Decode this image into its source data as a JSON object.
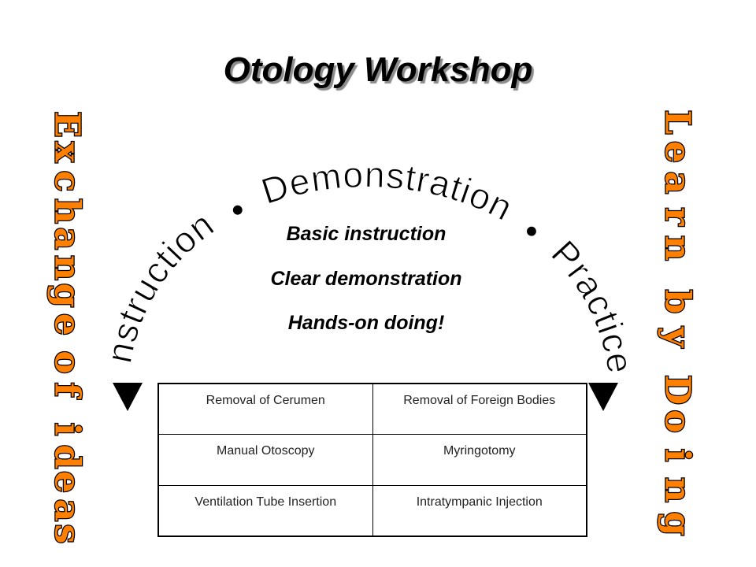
{
  "slide": {
    "title": "Otology Workshop",
    "arc_words": {
      "instruction": "Instruction",
      "demonstration": "Demonstration",
      "practice": "Practice",
      "separator": "●"
    },
    "center_lines": [
      "Basic instruction",
      "Clear demonstration",
      "Hands-on doing!"
    ],
    "left_vertical": [
      "E",
      "x",
      "c",
      "h",
      "a",
      "n",
      "g",
      "e",
      "o",
      "f",
      "i",
      "d",
      "e",
      "a",
      "s"
    ],
    "right_vertical": [
      "L",
      "e",
      "a",
      "r",
      "n",
      "b",
      "y",
      "D",
      "o",
      "i",
      "n",
      "g"
    ],
    "table": [
      [
        "Removal of Cerumen",
        "Removal of Foreign Bodies"
      ],
      [
        "Manual Otoscopy",
        "Myringotomy"
      ],
      [
        "Ventilation Tube Insertion",
        "Intratympanic Injection"
      ]
    ],
    "colors": {
      "vertical_fill": "#ff8000",
      "text": "#000000",
      "shadow": "#8c8c8c"
    },
    "arrow_icon": "triangle-down-icon"
  }
}
